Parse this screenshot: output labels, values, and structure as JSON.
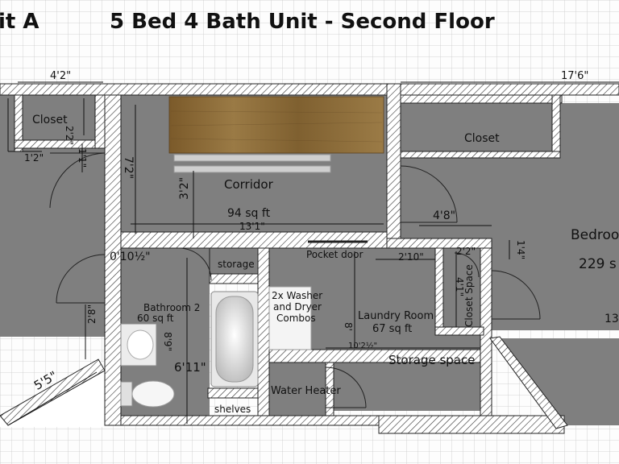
{
  "header": {
    "unit": "it A",
    "title": "5 Bed 4 Bath Unit - Second Floor"
  },
  "rooms": {
    "corridor": {
      "name": "Corridor",
      "area": "94 sq ft",
      "width": "13'1\""
    },
    "bathroom2": {
      "name": "Bathroom 2",
      "area": "60 sq ft"
    },
    "laundry": {
      "name": "Laundry Room",
      "area": "67 sq ft"
    },
    "bedroom": {
      "name": "Bedroo",
      "area": "229 s"
    }
  },
  "fixtures": {
    "closet_left": "Closet",
    "closet_right": "Closet",
    "closet_space": "Closet Space",
    "storage": "storage",
    "pocket_door": "Pocket door",
    "washer_line1": "2x Washer",
    "washer_line2": "and Dryer",
    "washer_line3": "Combos",
    "storage_space": "Storage space",
    "water_heater": "Water Heater",
    "shelves": "shelves"
  },
  "dimensions": {
    "d_4_2": "4'2\"",
    "d_17_6": "17'6\"",
    "d_2_2_closet": "2'2\"",
    "d_1_2": "1'2\"",
    "d_1_1": "1'1\"",
    "d_7_2": "7'2\"",
    "d_3_2": "3'2\"",
    "d_4_8": "4'8\"",
    "d_0_10": "0'10½\"",
    "d_2_10": "2'10\"",
    "d_2_2_small": "2'2\"",
    "d_1_4": "1'4\"",
    "d_4_1": "4'1\"",
    "d_8": "8'",
    "d_8_9": "8'9\"",
    "d_2_8": "2'8\"",
    "d_6_11": "6'11\"",
    "d_5_5": "5'5\"",
    "d_10_2": "10'2½\"",
    "d_13": "13"
  },
  "colors": {
    "floor": "#7f7f7f",
    "wall_fill": "#ffffff",
    "wall_hatch": "#333333",
    "grid": "#c8c8c8",
    "wood": "#8a6d3b"
  }
}
